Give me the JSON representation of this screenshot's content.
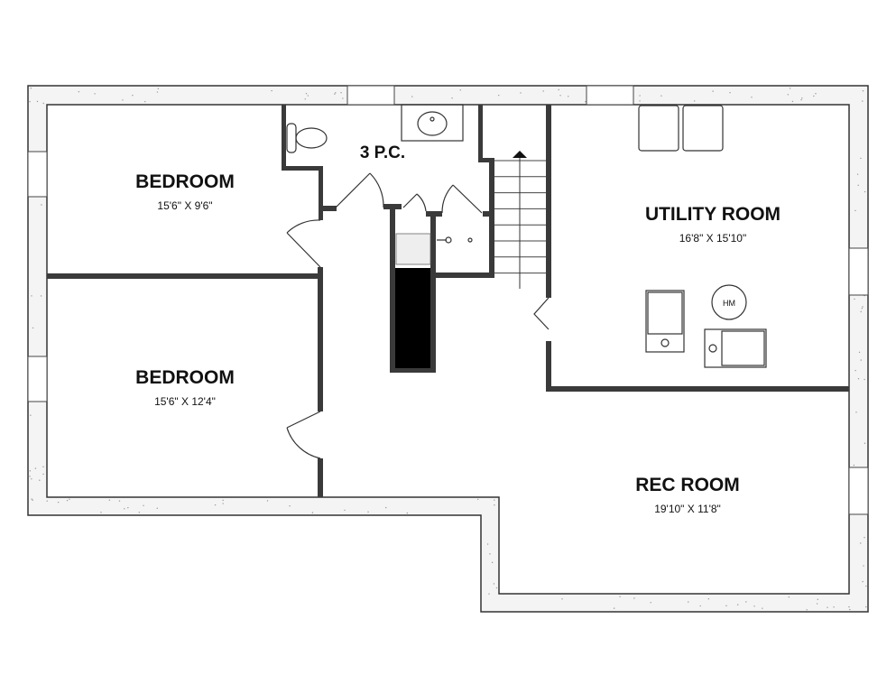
{
  "rooms": [
    {
      "name": "BEDROOM",
      "dims": "15'6\" X 9'6\""
    },
    {
      "name": "BEDROOM",
      "dims": "15'6\" X 12'4\""
    },
    {
      "name": "3 P.C.",
      "dims": ""
    },
    {
      "name": "UTILITY ROOM",
      "dims": "16'8\" X 15'10\""
    },
    {
      "name": "REC ROOM",
      "dims": "19'10\" X 11'8\""
    }
  ],
  "fixtures": {
    "hot_water_label": "HM"
  },
  "colors": {
    "wall": "#3a3a3a",
    "exterior_fill": "#f4f4f4",
    "stroke": "#333333"
  }
}
